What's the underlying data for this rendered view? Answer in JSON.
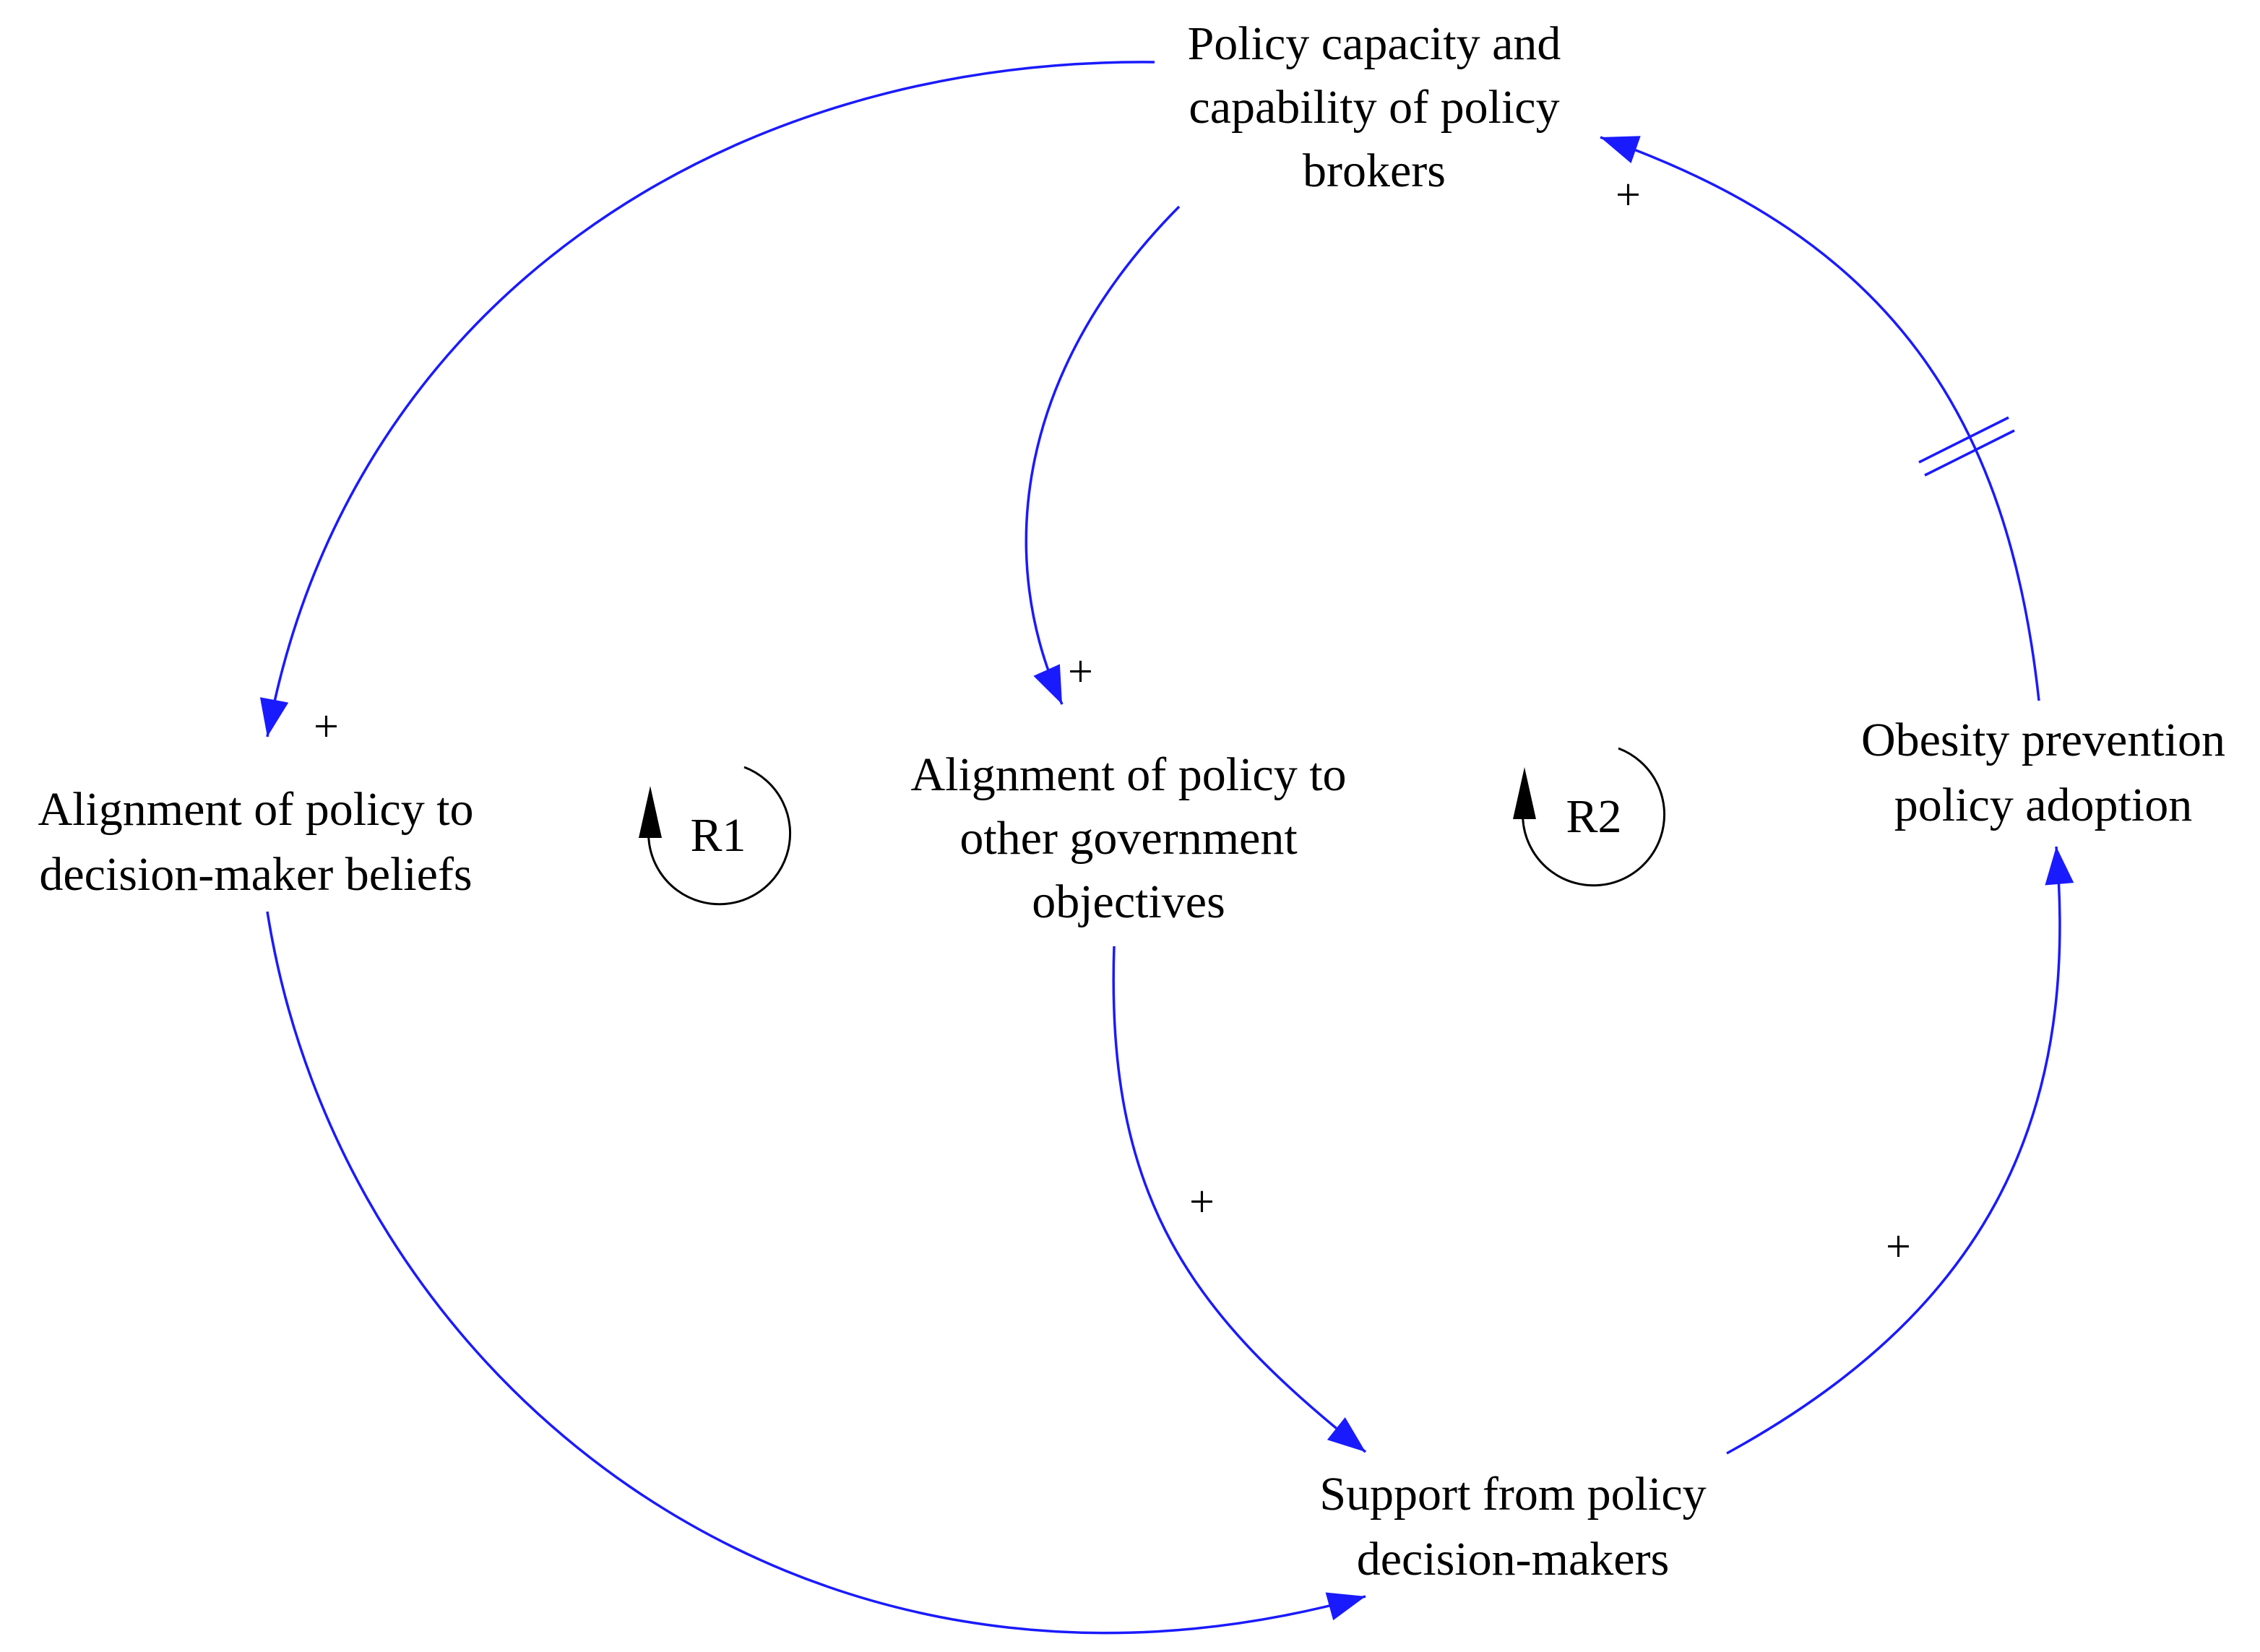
{
  "colors": {
    "link": "#1a1aff",
    "loop": "#000000",
    "text": "#000000",
    "background": "#ffffff"
  },
  "nodes": {
    "policy_capacity": [
      "Policy capacity and",
      "capability of policy",
      "brokers"
    ],
    "alignment_beliefs": [
      "Alignment of policy to",
      "decision-maker beliefs"
    ],
    "alignment_objectives": [
      "Alignment of policy to",
      "other government",
      "objectives"
    ],
    "obesity_adoption": [
      "Obesity prevention",
      "policy adoption"
    ],
    "support_decision_makers": [
      "Support from policy",
      "decision-makers"
    ]
  },
  "links": {
    "capacity_to_beliefs": {
      "polarity": "+",
      "delay": false
    },
    "capacity_to_objectives": {
      "polarity": "+",
      "delay": false
    },
    "beliefs_to_support": {
      "polarity": "",
      "delay": false
    },
    "objectives_to_support": {
      "polarity": "+",
      "delay": false
    },
    "support_to_adoption": {
      "polarity": "+",
      "delay": false
    },
    "adoption_to_capacity": {
      "polarity": "+",
      "delay": true
    }
  },
  "loops": {
    "r1": {
      "label": "R1"
    },
    "r2": {
      "label": "R2"
    }
  }
}
